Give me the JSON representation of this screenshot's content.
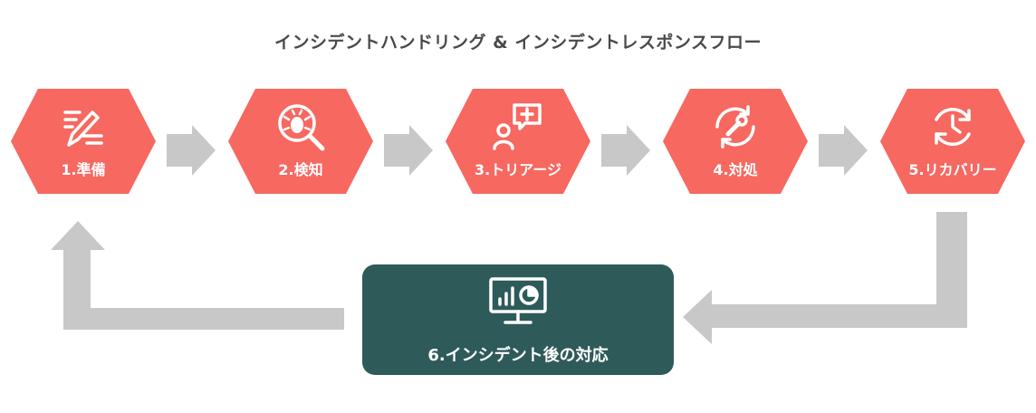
{
  "title": "インシデントハンドリング & インシデントレスポンスフロー",
  "colors": {
    "step": "#f66860",
    "post": "#2f5a5a",
    "arrow": "#c8c8c8",
    "title": "#4a4a4a"
  },
  "steps": [
    {
      "label": "1.準備",
      "icon": "edit-list-icon"
    },
    {
      "label": "2.検知",
      "icon": "bug-search-icon"
    },
    {
      "label": "3.トリアージ",
      "icon": "person-add-chat-icon"
    },
    {
      "label": "4.対処",
      "icon": "wrench-cycle-icon"
    },
    {
      "label": "5.リカバリー",
      "icon": "clock-refresh-icon"
    }
  ],
  "post_incident": {
    "label": "6.インシデント後の対応",
    "icon": "monitor-chart-icon"
  }
}
